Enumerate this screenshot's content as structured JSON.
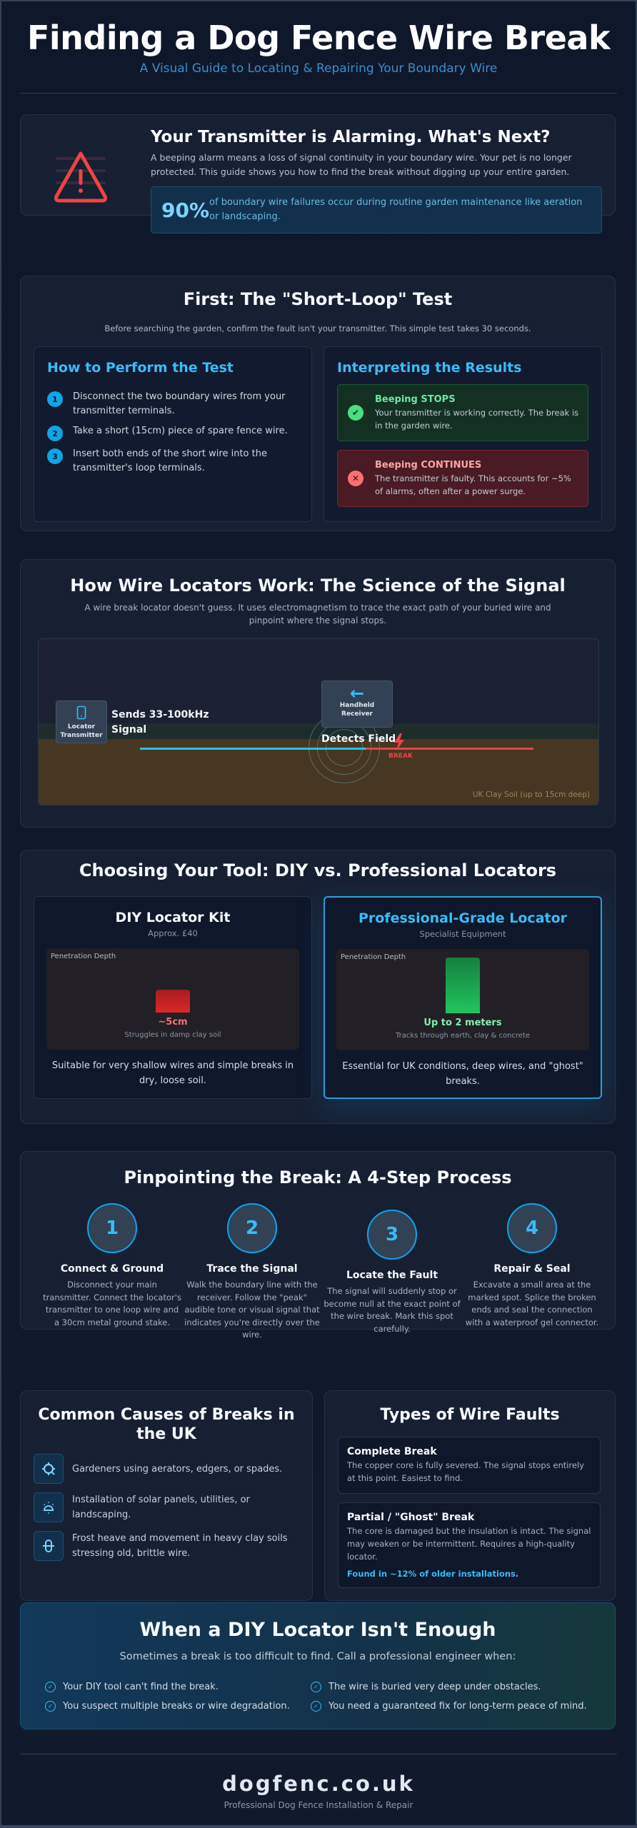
{
  "header": {
    "title": "Finding a Dog Fence Wire Break",
    "subtitle": "A Visual Guide to Locating & Repairing Your Boundary Wire"
  },
  "intro": {
    "icon": "warning-triangle-icon",
    "heading": "Your Transmitter is Alarming. What's Next?",
    "body": "A beeping alarm means a loss of signal continuity in your boundary wire. Your pet is no longer protected. This guide shows you how to find the break without digging up your entire garden.",
    "stat_value": "90%",
    "stat_text": "of boundary wire failures occur during routine garden maintenance like aeration or landscaping."
  },
  "short_loop": {
    "title": "First: The \"Short-Loop\" Test",
    "description": "Before searching the garden, confirm the fault isn't your transmitter. This simple test takes 30 seconds.",
    "how_title": "How to Perform the Test",
    "steps": [
      {
        "num": "1",
        "text": "Disconnect the two boundary wires from your transmitter terminals."
      },
      {
        "num": "2",
        "text": "Take a short (15cm) piece of spare fence wire."
      },
      {
        "num": "3",
        "text": "Insert both ends of the short wire into the transmitter's loop terminals."
      }
    ],
    "results_title": "Interpreting the Results",
    "results": [
      {
        "icon": "check-icon",
        "glyph": "✔",
        "heading": "Beeping STOPS",
        "text": "Your transmitter is working correctly. The break is in the garden wire."
      },
      {
        "icon": "cross-icon",
        "glyph": "✕",
        "heading": "Beeping CONTINUES",
        "text": "The transmitter is faulty. This accounts for ~5% of alarms, often after a power surge."
      }
    ]
  },
  "science": {
    "title": "How Wire Locators Work: The Science of the Signal",
    "description": "A wire break locator doesn't guess. It uses electromagnetism to trace the exact path of your buried wire and pinpoint where the signal stops.",
    "transmitter_label_1": "Locator",
    "transmitter_label_2": "Transmitter",
    "sends_label_1": "Sends 33-100kHz",
    "sends_label_2": "Signal",
    "receiver_arrow": "←",
    "receiver_label_1": "Handheld",
    "receiver_label_2": "Receiver",
    "detects_label": "Detects Field",
    "break_label": "BREAK",
    "soil_label": "UK Clay Soil (up to 15cm deep)"
  },
  "tools": {
    "title": "Choosing Your Tool: DIY vs. Professional Locators",
    "diy": {
      "name": "DIY Locator Kit",
      "price": "Approx. £40",
      "depth_label": "Penetration Depth",
      "depth_value": "~5cm",
      "depth_note": "Struggles in damp clay soil",
      "summary": "Suitable for very shallow wires and simple breaks in dry, loose soil."
    },
    "pro": {
      "name": "Professional-Grade Locator",
      "price": "Specialist Equipment",
      "depth_label": "Penetration Depth",
      "depth_value": "Up to 2 meters",
      "depth_note": "Tracks through earth, clay & concrete",
      "summary": "Essential for UK conditions, deep wires, and \"ghost\" breaks."
    }
  },
  "process": {
    "title": "Pinpointing the Break: A 4-Step Process",
    "steps": [
      {
        "num": "1",
        "title": "Connect & Ground",
        "text": "Disconnect your main transmitter. Connect the locator's transmitter to one loop wire and a 30cm metal ground stake."
      },
      {
        "num": "2",
        "title": "Trace the Signal",
        "text": "Walk the boundary line with the receiver. Follow the \"peak\" audible tone or visual signal that indicates you're directly over the wire."
      },
      {
        "num": "3",
        "title": "Locate the Fault",
        "text": "The signal will suddenly stop or become null at the exact point of the wire break. Mark this spot carefully."
      },
      {
        "num": "4",
        "title": "Repair & Seal",
        "text": "Excavate a small area at the marked spot. Splice the broken ends and seal the connection with a waterproof gel connector."
      }
    ]
  },
  "causes": {
    "title": "Common Causes of Breaks in the UK",
    "items": [
      {
        "icon": "gear-tool-icon",
        "text": "Gardeners using aerators, edgers, or spades."
      },
      {
        "icon": "sunrise-solar-icon",
        "text": "Installation of solar panels, utilities, or landscaping."
      },
      {
        "icon": "frost-thermometer-icon",
        "text": "Frost heave and movement in heavy clay soils stressing old, brittle wire."
      }
    ]
  },
  "types": {
    "title": "Types of Wire Faults",
    "items": [
      {
        "title": "Complete Break",
        "text": "The copper core is fully severed. The signal stops entirely at this point. Easiest to find."
      },
      {
        "title": "Partial / \"Ghost\" Break",
        "text": "The core is damaged but the insulation is intact. The signal may weaken or be intermittent. Requires a high-quality locator.",
        "highlight": "Found in ~12% of older installations."
      }
    ]
  },
  "cta": {
    "title": "When a DIY Locator Isn't Enough",
    "lead": "Sometimes a break is too difficult to find. Call a professional engineer when:",
    "items": [
      "Your DIY tool can't find the break.",
      "The wire is buried very deep under obstacles.",
      "You suspect multiple breaks or wire degradation.",
      "You need a guaranteed fix for long-term peace of mind."
    ],
    "check_glyph": "✓"
  },
  "footer": {
    "brand": "dogfenc.co.uk",
    "tagline": "Professional Dog Fence Installation & Repair"
  },
  "colors": {
    "background": "#0f172a",
    "card": "#172033",
    "accent": "#38bdf8",
    "danger": "#ef4444",
    "success": "#22c55e"
  }
}
